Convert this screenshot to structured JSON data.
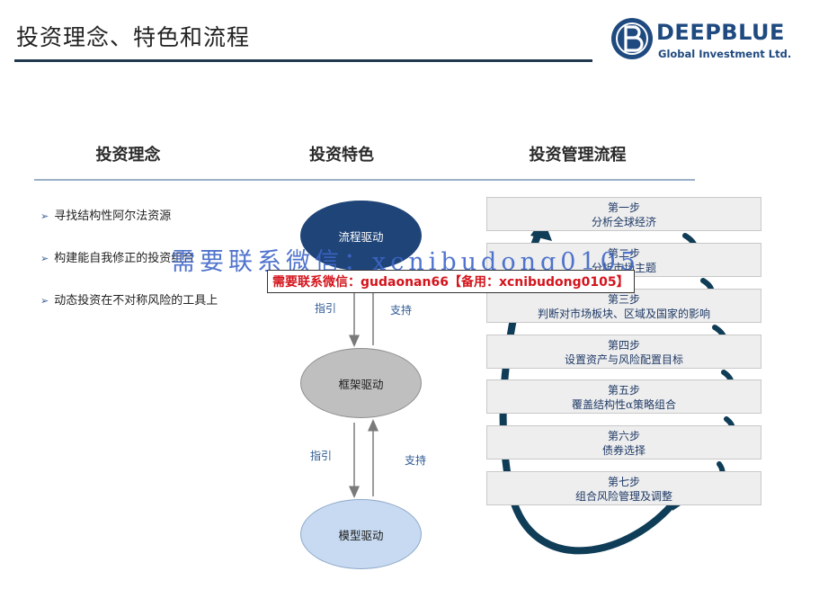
{
  "header": {
    "title": "投资理念、特色和流程",
    "logo_name": "DEEPBLUE",
    "logo_sub": "Global Investment Ltd."
  },
  "columns": {
    "philosophy": "投资理念",
    "features": "投资特色",
    "process": "投资管理流程"
  },
  "philosophy_items": [
    "寻找结构性阿尔法资源",
    "构建能自我修正的投资组合",
    "动态投资在不对称风险的工具上"
  ],
  "drivers": {
    "top": "流程驱动",
    "middle": "框架驱动",
    "bottom": "模型驱动",
    "guide": "指引",
    "support": "支持"
  },
  "steps": [
    {
      "num": "第一步",
      "desc": "分析全球经济"
    },
    {
      "num": "第二步",
      "desc": "分析市场主题"
    },
    {
      "num": "第三步",
      "desc": "判断对市场板块、区域及国家的影响"
    },
    {
      "num": "第四步",
      "desc": "设置资产与风险配置目标"
    },
    {
      "num": "第五步",
      "desc": "覆盖结构性α策略组合"
    },
    {
      "num": "第六步",
      "desc": "债券选择"
    },
    {
      "num": "第七步",
      "desc": "组合风险管理及调整"
    }
  ],
  "watermark": {
    "line1": "需要联系微信：xcnibudong0105",
    "line2": "需要联系微信：gudaonan66【备用：xcnibudong0105】"
  },
  "colors": {
    "navy": "#1f4478",
    "steel": "#2e5a94",
    "arrow_dark": "#0f3d57",
    "step_bg": "#eeeeee"
  }
}
